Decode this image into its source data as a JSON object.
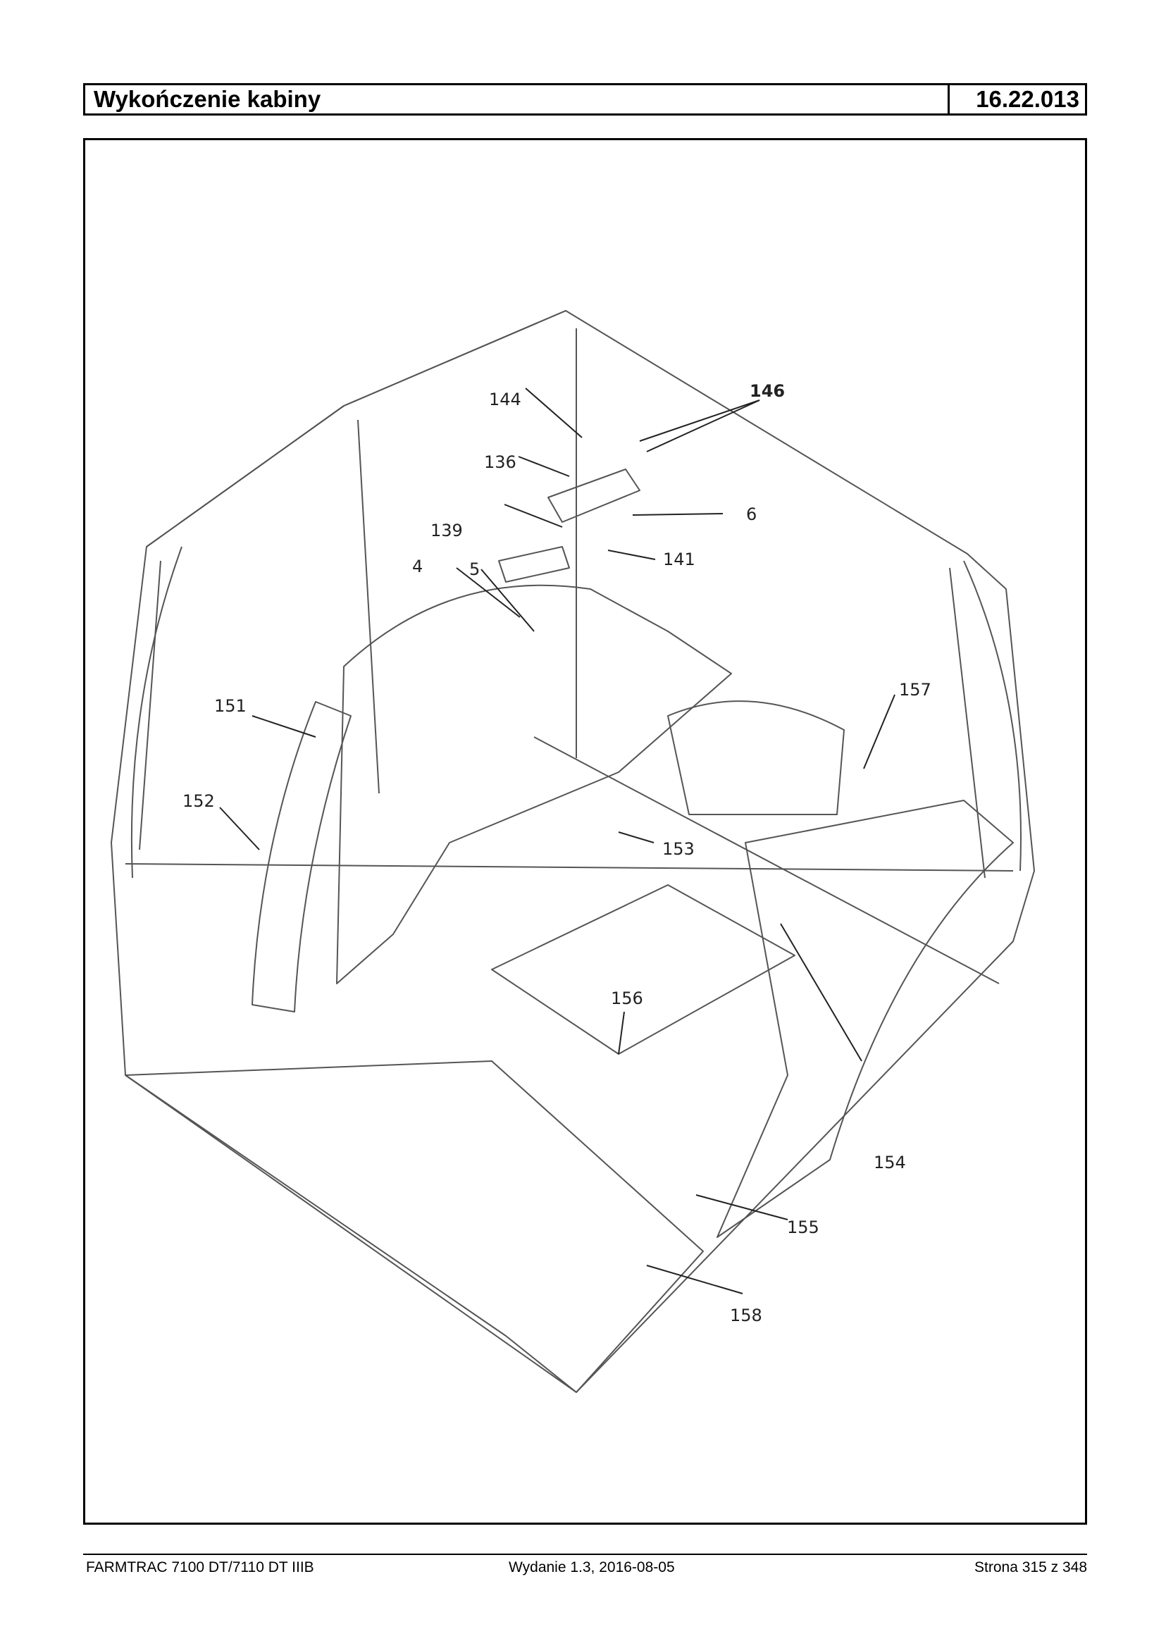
{
  "header": {
    "title": "Wykończenie kabiny",
    "code": "16.22.013"
  },
  "diagram": {
    "callouts": [
      {
        "id": "c144",
        "label": "144"
      },
      {
        "id": "c146",
        "label": "146"
      },
      {
        "id": "c136",
        "label": "136"
      },
      {
        "id": "c6",
        "label": "6"
      },
      {
        "id": "c139",
        "label": "139"
      },
      {
        "id": "c141",
        "label": "141"
      },
      {
        "id": "c4",
        "label": "4"
      },
      {
        "id": "c5",
        "label": "5"
      },
      {
        "id": "c151",
        "label": "151"
      },
      {
        "id": "c157",
        "label": "157"
      },
      {
        "id": "c152",
        "label": "152"
      },
      {
        "id": "c153",
        "label": "153"
      },
      {
        "id": "c156",
        "label": "156"
      },
      {
        "id": "c154",
        "label": "154"
      },
      {
        "id": "c155",
        "label": "155"
      },
      {
        "id": "c158",
        "label": "158"
      }
    ]
  },
  "footer": {
    "left": "FARMTRAC 7100 DT/7110 DT IIIB",
    "center": "Wydanie 1.3,  2016-08-05",
    "right": "Strona 315 z 348"
  }
}
